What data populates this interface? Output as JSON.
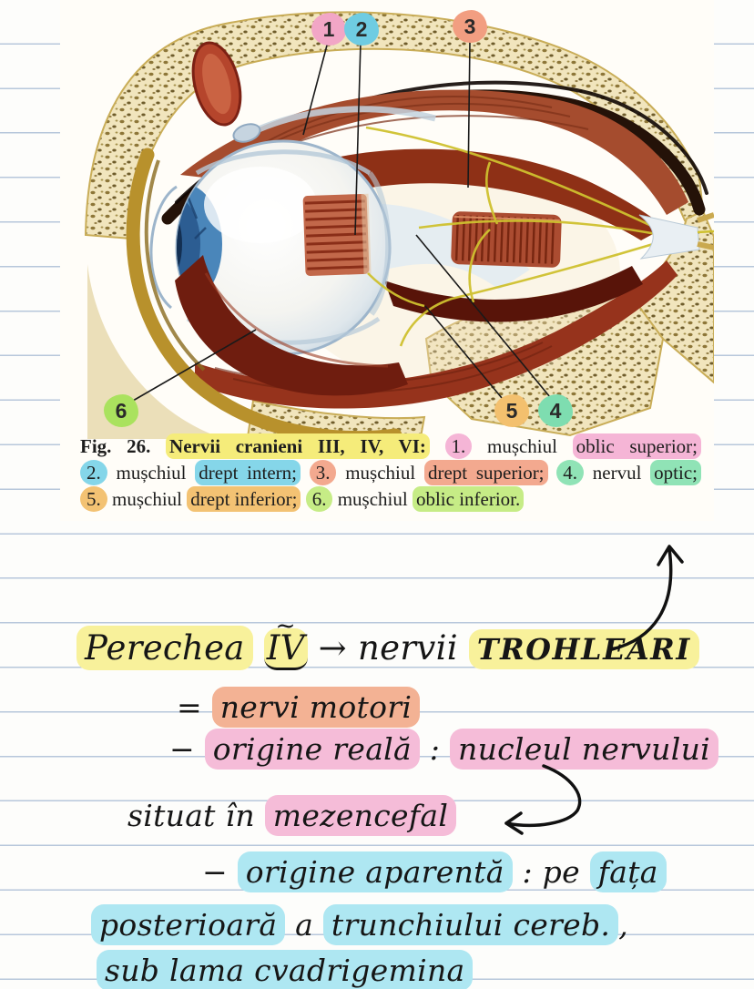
{
  "page": {
    "type": "notebook-notes-page",
    "rule_color": "#b7c7db",
    "background": "#fdfdfb"
  },
  "highlight_colors": {
    "yellow": "#f8f19b",
    "salmon": "#f3b294",
    "pink": "#f5bcd8",
    "cyan": "#aee7f2",
    "cap_yellow": "#f5ec7a",
    "cap_pink": "#f5b5d6",
    "cap_cyan": "#85d6e9",
    "cap_salmon": "#f3a98f",
    "cap_green": "#90e3b6",
    "cap_orange": "#f3c273",
    "cap_lgreen": "#c6ec86"
  },
  "figure": {
    "description_name": "eye-orbit-cranial-nerves-illustration",
    "numbers": [
      {
        "n": "1",
        "color": "#f2a6c6"
      },
      {
        "n": "2",
        "color": "#6fcce2"
      },
      {
        "n": "3",
        "color": "#f29e81"
      },
      {
        "n": "4",
        "color": "#7eddb0"
      },
      {
        "n": "5",
        "color": "#f3c06e"
      },
      {
        "n": "6",
        "color": "#aae25e"
      }
    ],
    "caption_lines": [
      [
        {
          "t": "Fig. 26. ",
          "b": 1
        },
        {
          "t": "Nervii cranieni III, IV, VI:",
          "b": 1,
          "hl": "cap_yellow"
        },
        {
          "t": " "
        },
        {
          "t": "1.",
          "hl": "cap_pink",
          "blob": 1
        },
        {
          "t": " mușchiul "
        },
        {
          "t": "oblic superior;",
          "hl": "cap_pink"
        }
      ],
      [
        {
          "t": "2.",
          "hl": "cap_cyan",
          "blob": 1
        },
        {
          "t": " mușchiul "
        },
        {
          "t": "drept intern;",
          "hl": "cap_cyan"
        },
        {
          "t": " "
        },
        {
          "t": "3.",
          "hl": "cap_salmon",
          "blob": 1
        },
        {
          "t": " mușchiul "
        },
        {
          "t": "drept superior;",
          "hl": "cap_salmon"
        },
        {
          "t": " "
        },
        {
          "t": "4.",
          "hl": "cap_green",
          "blob": 1
        },
        {
          "t": " nervul "
        },
        {
          "t": "optic;",
          "hl": "cap_green"
        }
      ],
      [
        {
          "t": "5.",
          "hl": "cap_orange",
          "blob": 1
        },
        {
          "t": " mușchiul "
        },
        {
          "t": "drept inferior;",
          "hl": "cap_orange"
        },
        {
          "t": " "
        },
        {
          "t": "6.",
          "hl": "cap_lgreen",
          "blob": 1
        },
        {
          "t": " mușchiul "
        },
        {
          "t": "oblic inferior.",
          "hl": "cap_lgreen"
        }
      ]
    ]
  },
  "notes": {
    "lines": [
      {
        "id": "l1",
        "parts": [
          {
            "t": "Perechea",
            "hl": "yellow"
          },
          {
            "t": " "
          },
          {
            "t": "IV",
            "hl": "yellow",
            "iv": 1
          },
          {
            "t": " → nervii "
          },
          {
            "t": "TROHLEARI",
            "hl": "yellow",
            "caps": 1
          }
        ]
      },
      {
        "id": "l2",
        "parts": [
          {
            "t": "= "
          },
          {
            "t": "nervi motori",
            "hl": "salmon"
          }
        ]
      },
      {
        "id": "l3",
        "parts": [
          {
            "t": "− "
          },
          {
            "t": "origine reală",
            "hl": "pink"
          },
          {
            "t": " : "
          },
          {
            "t": "nucleul nervului",
            "hl": "pink"
          }
        ]
      },
      {
        "id": "l4",
        "parts": [
          {
            "t": "situat în "
          },
          {
            "t": "mezencefal",
            "hl": "pink"
          }
        ]
      },
      {
        "id": "l5",
        "parts": [
          {
            "t": "− "
          },
          {
            "t": "origine aparentă",
            "hl": "cyan"
          },
          {
            "t": " : pe "
          },
          {
            "t": "fața",
            "hl": "cyan"
          }
        ]
      },
      {
        "id": "l6",
        "parts": [
          {
            "t": "posterioară",
            "hl": "cyan"
          },
          {
            "t": " a "
          },
          {
            "t": "trunchiului cereb.",
            "hl": "cyan"
          },
          {
            "t": ","
          }
        ]
      },
      {
        "id": "l7",
        "parts": [
          {
            "t": "sub lama cvadrigemina",
            "hl": "cyan"
          }
        ]
      }
    ]
  }
}
